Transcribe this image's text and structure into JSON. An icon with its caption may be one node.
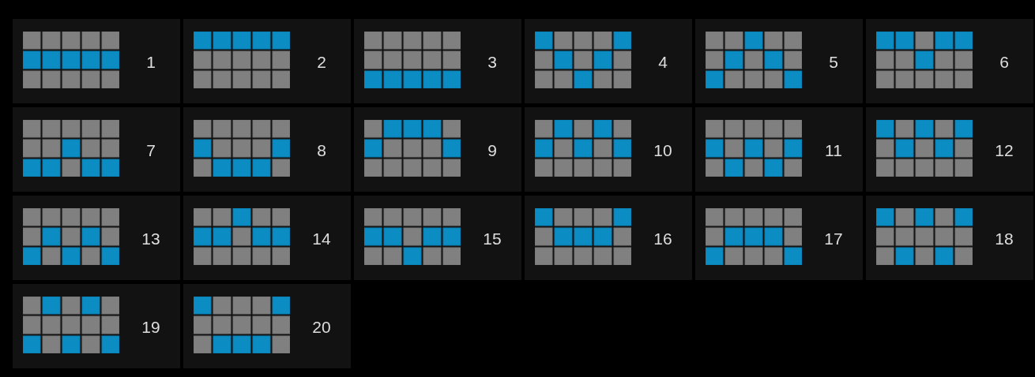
{
  "diagram": {
    "nodes": [
      {
        "text": [
          "1"
        ]
      },
      {
        "text": [
          "2"
        ]
      },
      {
        "text": [
          "3"
        ]
      },
      {
        "text": [
          "4"
        ]
      },
      {
        "text": [
          "5"
        ]
      },
      {
        "text": [
          "6"
        ]
      },
      {
        "text": [
          "7"
        ]
      },
      {
        "text": [
          "8"
        ]
      },
      {
        "text": [
          "9"
        ]
      },
      {
        "text": [
          "10"
        ]
      },
      {
        "text": [
          "11"
        ]
      },
      {
        "text": [
          "12"
        ]
      },
      {
        "text": [
          "13"
        ]
      },
      {
        "text": [
          "14"
        ]
      },
      {
        "text": [
          "15"
        ]
      },
      {
        "text": [
          "16"
        ]
      },
      {
        "text": [
          "17"
        ]
      },
      {
        "text": [
          "18"
        ]
      },
      {
        "text": [
          "19"
        ]
      },
      {
        "text": [
          "20"
        ]
      }
    ]
  }
}
